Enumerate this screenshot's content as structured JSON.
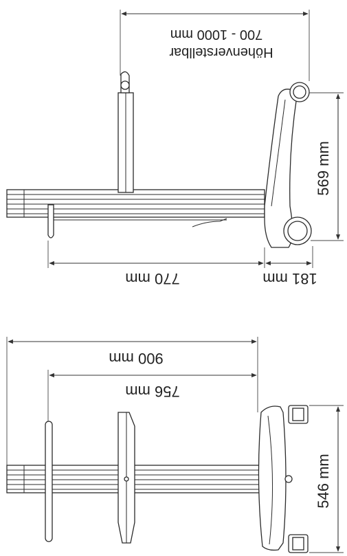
{
  "top_view": {
    "height_adjustable_label": "Höhenverstellbar",
    "height_range": "700 - 1000 mm",
    "height_569": "569 mm",
    "depth_770": "770 mm",
    "offset_181": "181 mm"
  },
  "bottom_view": {
    "width_900": "900 mm",
    "width_756": "756 mm",
    "height_546": "546 mm"
  }
}
